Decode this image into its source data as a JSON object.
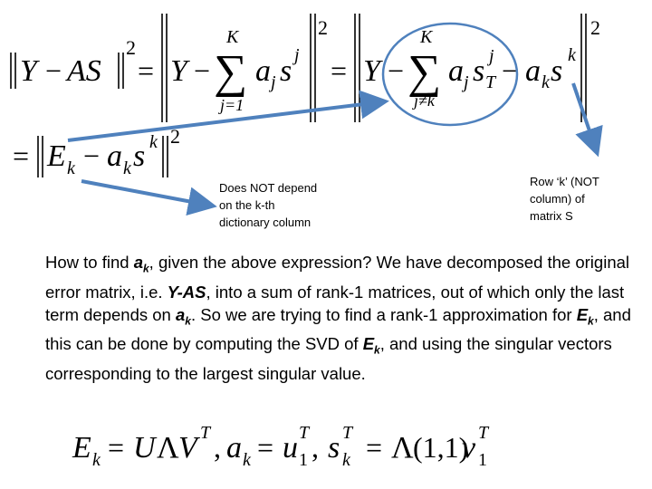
{
  "annotations": {
    "middle": [
      "Does NOT depend",
      "on the k-th",
      "dictionary column"
    ],
    "right": [
      "Row ‘k’ (NOT",
      "column) of",
      "matrix S"
    ]
  },
  "paragraph": {
    "p1": "How to find ",
    "a": "a",
    "k": "k",
    "p2": ", given the above expression? We have decomposed the original error matrix, i.e. ",
    "yas": "Y-AS",
    "p3": ", into a sum of rank-1 matrices, out of which only the last term depends on ",
    "p4": ". So we are trying to find a rank-1 approximation for ",
    "e": "E",
    "p5": ", and this can be done by computing the SVD of ",
    "p6": ", and using the singular vectors corresponding to the largest singular value."
  },
  "eq1": {
    "Y": "Y",
    "minus": "−",
    "AS": "AS",
    "two": "2",
    "eq": "=",
    "sigma": "∑",
    "K": "K",
    "j_eq_1": "j=1",
    "j_ne_k": "j≠k",
    "a": "a",
    "j": "j",
    "s": "s",
    "T": "T",
    "k": "k"
  },
  "eq2": {
    "eq": "=",
    "E": "E",
    "k": "k",
    "minus": "−",
    "a": "a",
    "s": "s",
    "two": "2"
  },
  "eq3": {
    "E": "E",
    "k": "k",
    "eq": "=",
    "U": "U",
    "Lambda": "Λ",
    "V": "V",
    "T": "T",
    "comma": ",",
    "a": "a",
    "u": "u",
    "one": "1",
    "s": "s",
    "onetwo": "(1,1)",
    "v": "v"
  },
  "colors": {
    "arrow": "#4f81bd",
    "text": "#000000"
  }
}
